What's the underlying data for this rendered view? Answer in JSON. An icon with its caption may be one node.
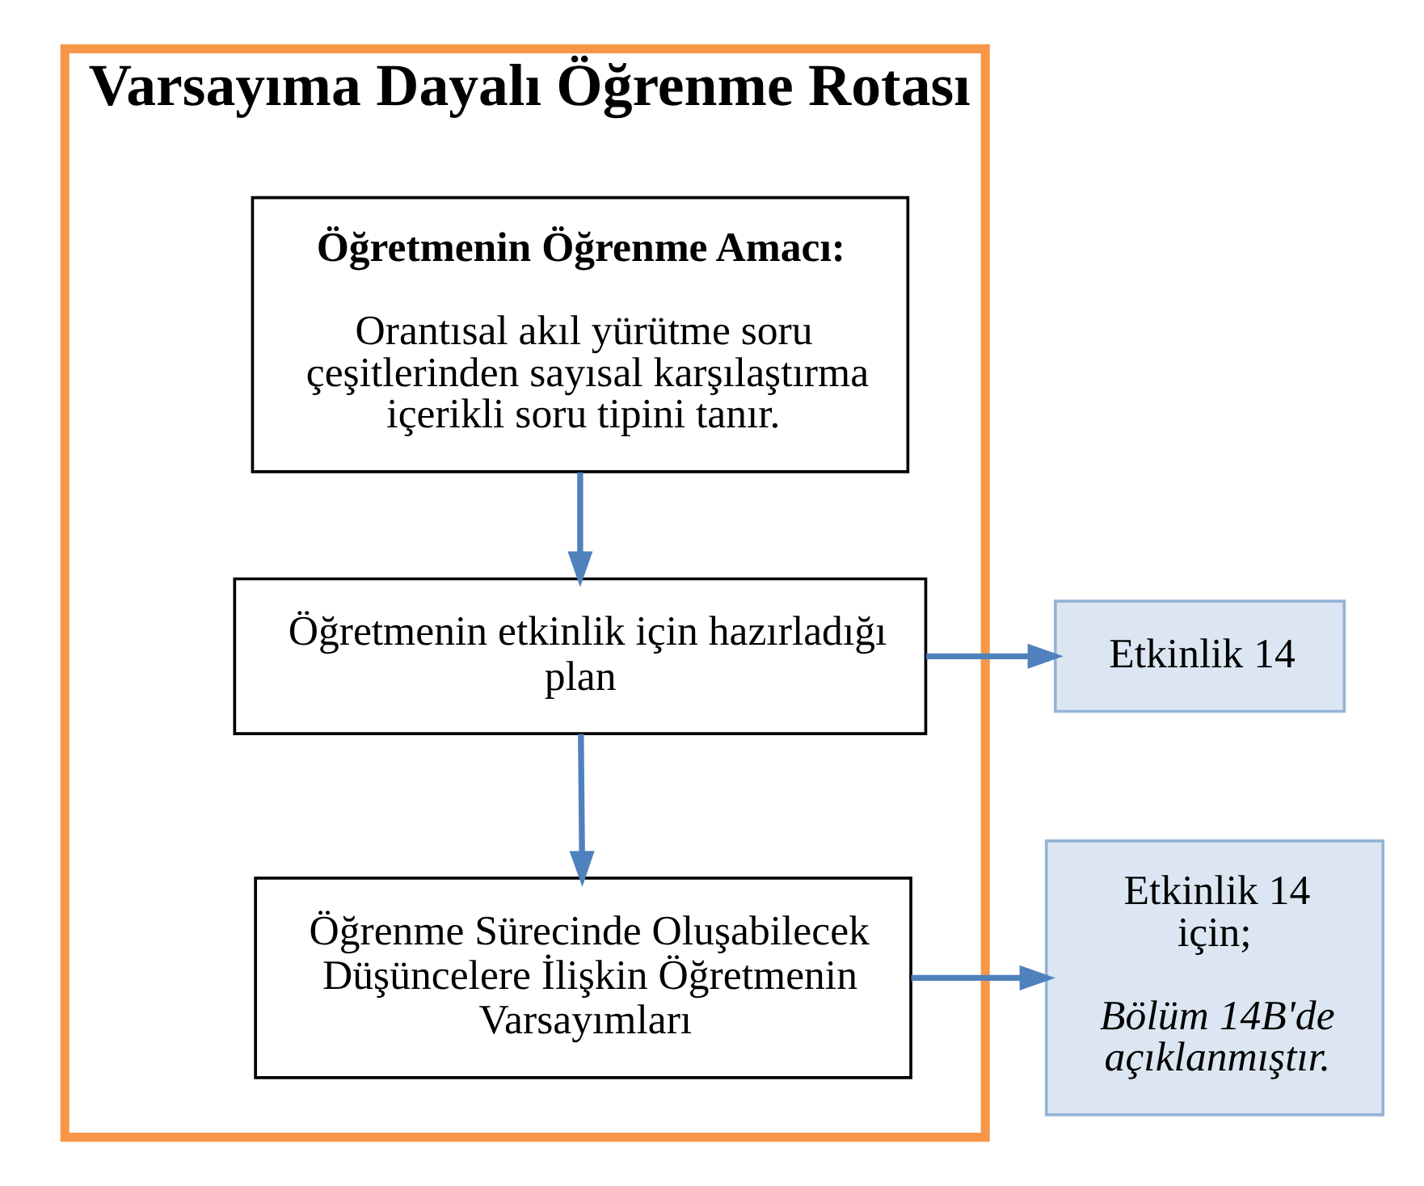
{
  "diagram": {
    "nodes": [
      {
        "text": [
          "Varsayıma Dayalı Öğrenme Rotası"
        ]
      },
      {
        "text": [
          "Öğretmenin Öğrenme Amacı:",
          "Orantısal akıl yürütme soru çeşitlerinden sayısal karşılaştırma içerikli soru tipini tanır."
        ],
        "in": 0
      },
      {
        "text": [
          "Öğretmenin etkinlik için hazırladığı plan"
        ],
        "in": 0
      },
      {
        "text": [
          "Öğrenme Sürecinde Oluşabilecek Düşüncelere İlişkin Öğretmenin Varsayımları"
        ],
        "in": 0
      },
      {
        "text": [
          "Etkinlik 14"
        ]
      },
      {
        "text": [
          "Etkinlik 14 için;",
          "Bölüm 14B'de açıklanmıştır."
        ]
      }
    ],
    "edges": [
      {
        "from": 1,
        "to": 2,
        "arrow": "to"
      },
      {
        "from": 2,
        "to": 3,
        "arrow": "to"
      },
      {
        "from": 2,
        "to": 4,
        "arrow": "to"
      },
      {
        "from": 3,
        "to": 5,
        "arrow": "to"
      }
    ]
  }
}
